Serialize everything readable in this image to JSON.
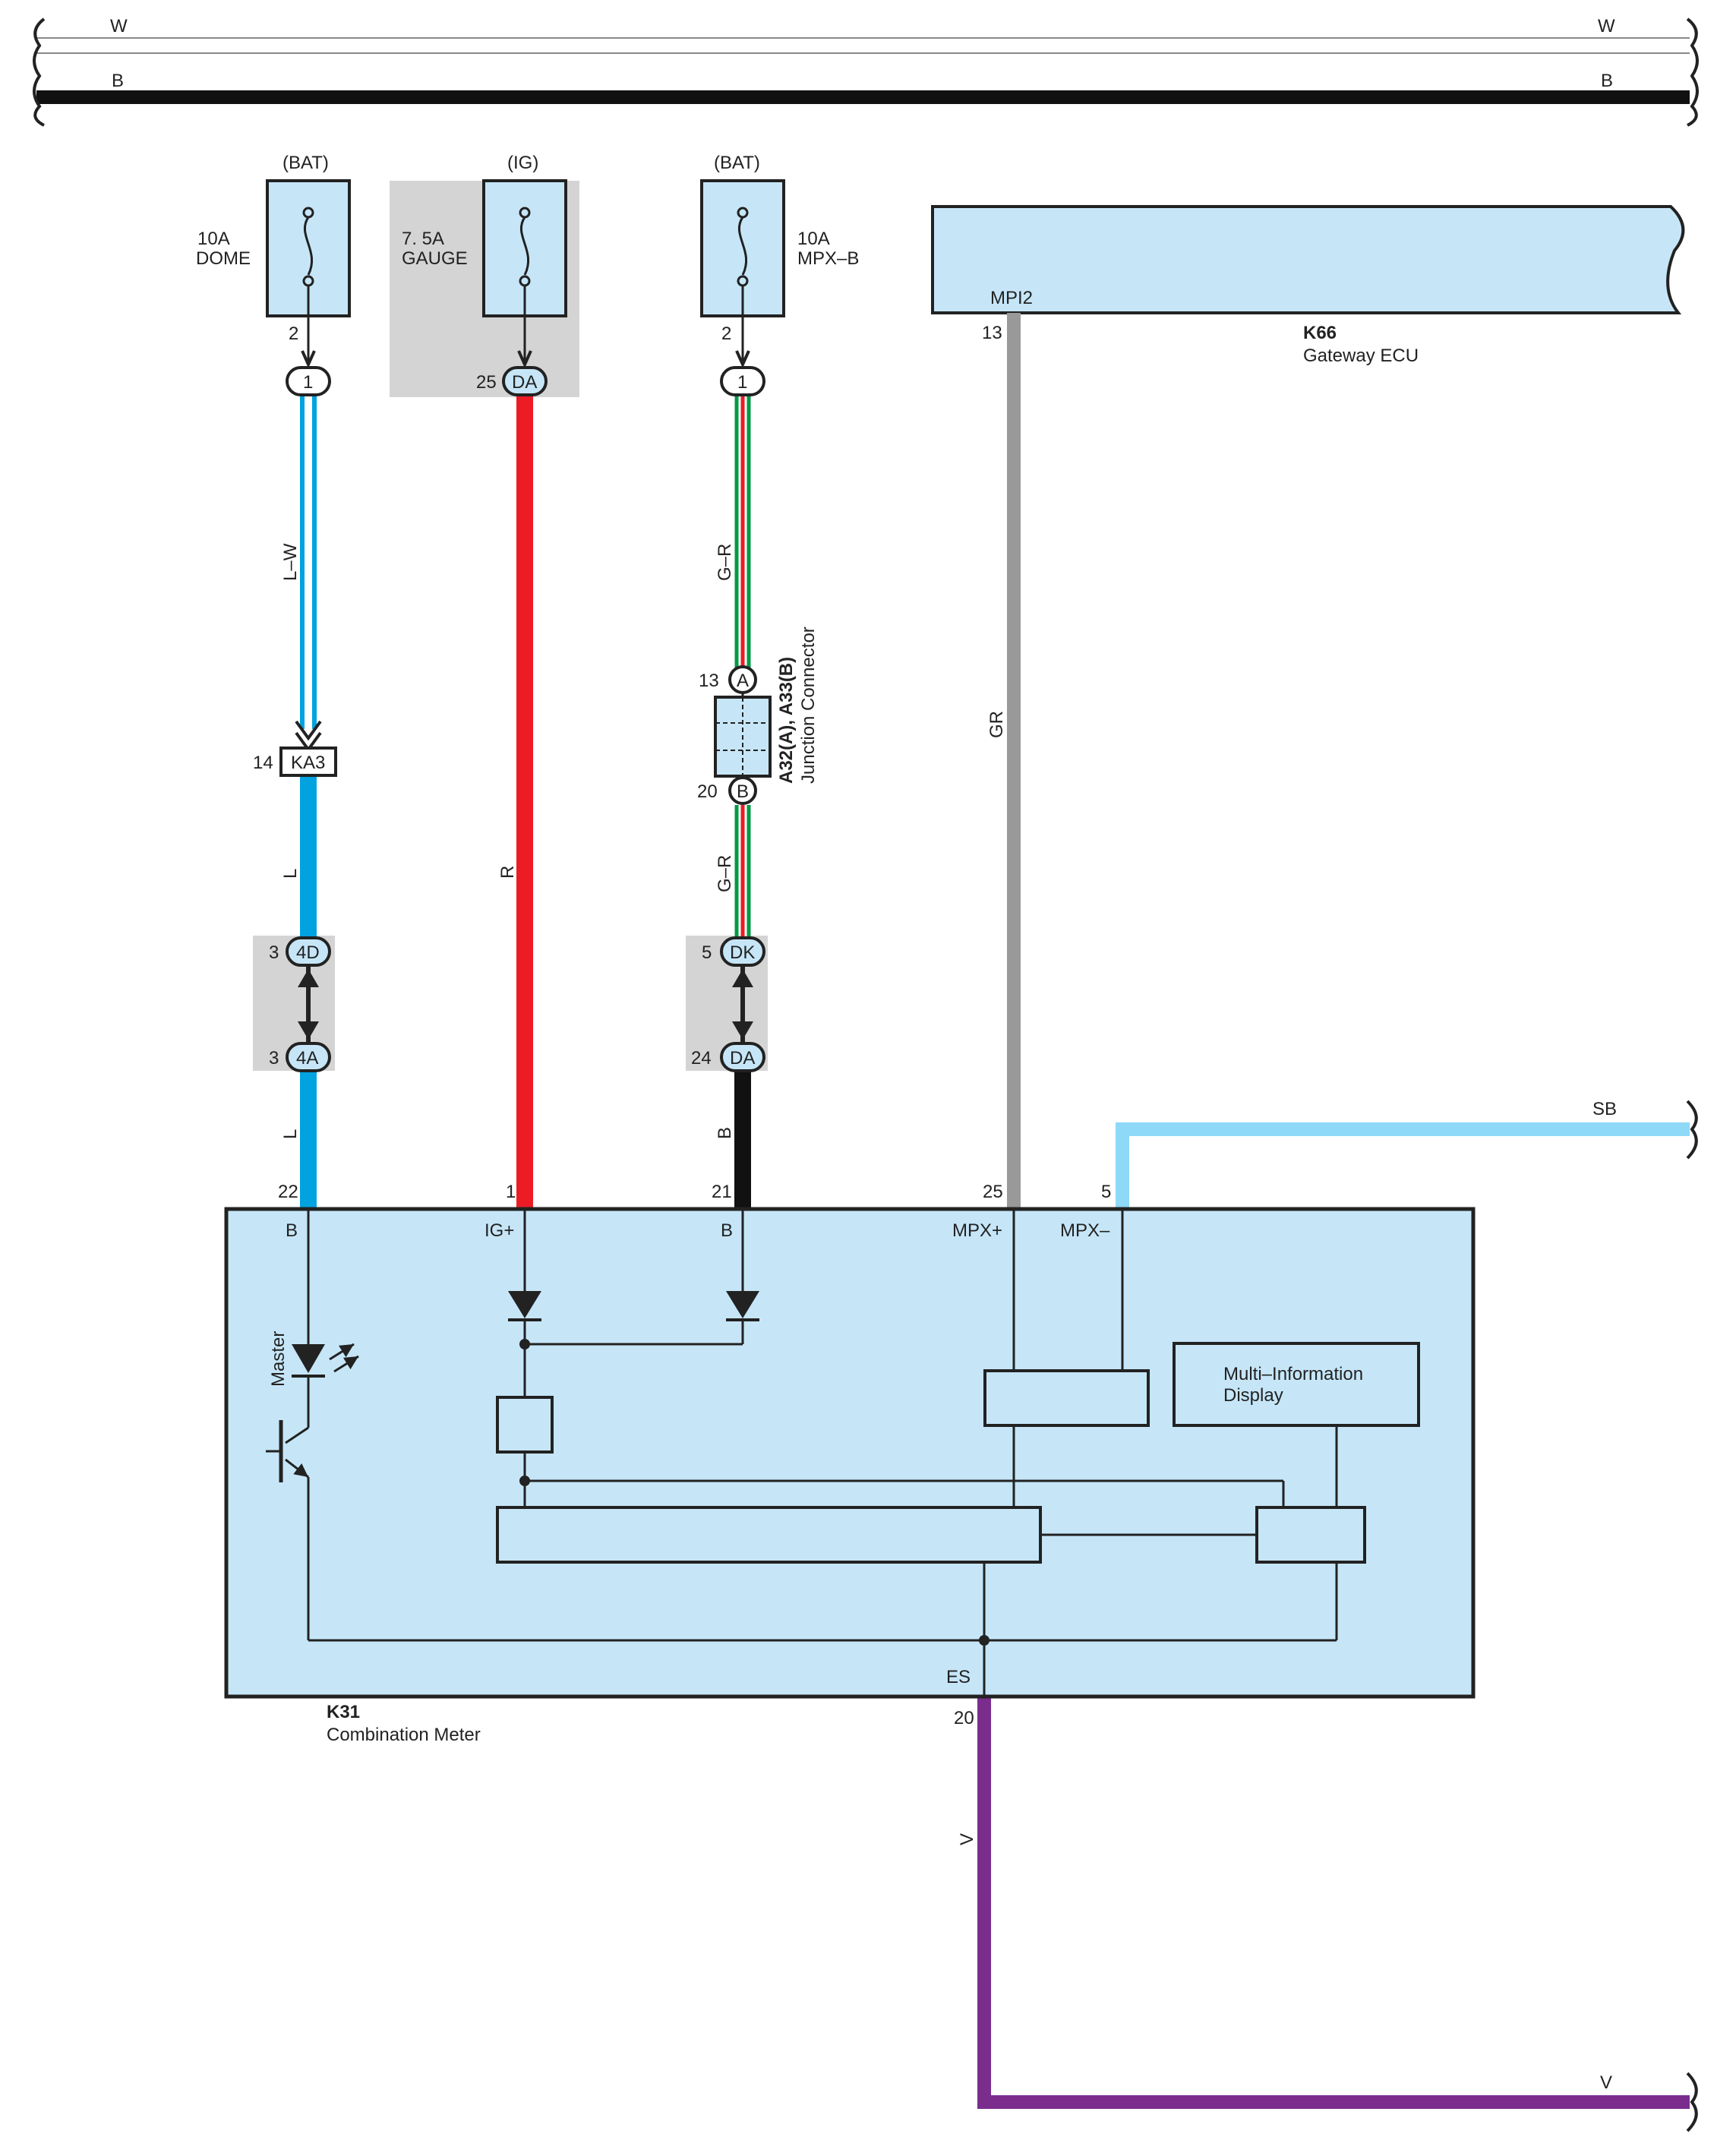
{
  "top_bus": {
    "w_left": "W",
    "w_right": "W",
    "b_left": "B",
    "b_right": "B"
  },
  "fuses": {
    "dome": {
      "source": "(BAT)",
      "amps": "10A",
      "name": "DOME",
      "pin": "2",
      "conn": "1"
    },
    "gauge": {
      "source": "(IG)",
      "amps": "7. 5A",
      "name": "GAUGE",
      "pin": "25",
      "conn": "DA"
    },
    "mpxb": {
      "source": "(BAT)",
      "amps": "10A",
      "name": "MPX–B",
      "pin": "2",
      "conn": "1"
    }
  },
  "gateway": {
    "id": "K66",
    "name": "Gateway ECU",
    "terminal": "MPI2",
    "pin": "13"
  },
  "wires": {
    "lw": "L–W",
    "l_upper": "L",
    "l_lower": "L",
    "r": "R",
    "gr_upper": "G–R",
    "gr_lower": "G–R",
    "b": "B",
    "gr": "GR",
    "sb": "SB",
    "v": "V",
    "v_right": "V"
  },
  "connectors": {
    "ka3": {
      "pin": "14",
      "name": "KA3"
    },
    "c4d": {
      "pin": "3",
      "name": "4D"
    },
    "c4a": {
      "pin": "3",
      "name": "4A"
    },
    "dk": {
      "pin": "5",
      "name": "DK"
    },
    "da2": {
      "pin": "24",
      "name": "DA"
    },
    "ja": {
      "pin": "13",
      "name": "A"
    },
    "jb": {
      "pin": "20",
      "name": "B"
    }
  },
  "junction": {
    "id": "A32(A), A33(B)",
    "name": "Junction Connector"
  },
  "meter": {
    "id": "K31",
    "name": "Combination Meter",
    "pins": {
      "b1": "22",
      "ig": "1",
      "b2": "21",
      "mpxp": "25",
      "mpxm": "5",
      "es": "20"
    },
    "terminals": {
      "b1": "B",
      "ig": "IG+",
      "b2": "B",
      "mpxp": "MPX+",
      "mpxm": "MPX–",
      "es": "ES"
    },
    "master": "Master",
    "mid_line1": "Multi–Information",
    "mid_line2": "Display"
  },
  "colors": {
    "module_fill": "#c6e6f8",
    "shade": "#d4d4d4",
    "l": "#00a3e0",
    "r": "#ed1c24",
    "g": "#009a44",
    "gr": "#999999",
    "sb": "#8ed8f8",
    "v": "#7b2d8e",
    "b": "#111111"
  }
}
